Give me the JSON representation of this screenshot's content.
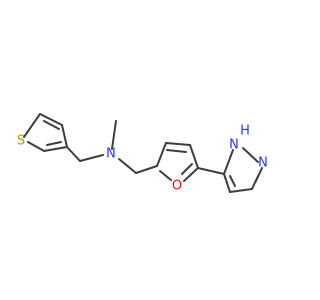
{
  "molecule": {
    "atoms": {
      "sulfur": "S",
      "amine_nitrogen": "N",
      "furan_oxygen": "O",
      "pyrazole_nh": "N",
      "pyrazole_h": "H",
      "pyrazole_n": "N"
    }
  },
  "colors": {
    "bond": "#3d3d3d",
    "sulfur": "#b3a100",
    "nitrogen": "#2f36e8",
    "oxygen": "#e8120c",
    "background": "#ffffff"
  }
}
